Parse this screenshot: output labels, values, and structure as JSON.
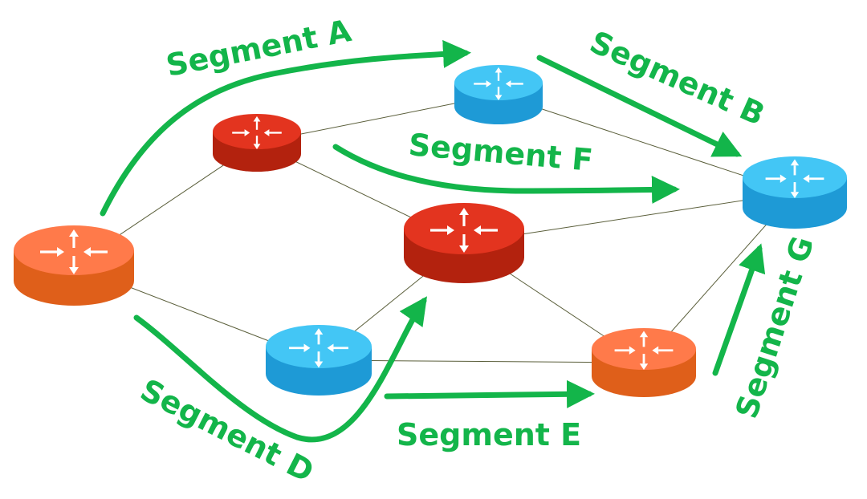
{
  "colors": {
    "segment": "#13b54a",
    "link": "#5a5e3a",
    "router_orange": {
      "top": "#ff7a4a",
      "side": "#df5f1a"
    },
    "router_red": {
      "top": "#e3341f",
      "side": "#b3220e"
    },
    "router_blue": {
      "top": "#43c6f5",
      "side": "#1e9ad6"
    },
    "router_arrow": "#ffffff"
  },
  "routers": [
    {
      "id": "r-orange-left",
      "color": "router_orange"
    },
    {
      "id": "r-red-top",
      "color": "router_red"
    },
    {
      "id": "r-blue-top",
      "color": "router_blue"
    },
    {
      "id": "r-red-center",
      "color": "router_red"
    },
    {
      "id": "r-blue-bottom",
      "color": "router_blue"
    },
    {
      "id": "r-orange-right",
      "color": "router_orange"
    },
    {
      "id": "r-blue-right",
      "color": "router_blue"
    }
  ],
  "links": [
    [
      "r-orange-left",
      "r-red-top"
    ],
    [
      "r-orange-left",
      "r-blue-bottom"
    ],
    [
      "r-red-top",
      "r-blue-top"
    ],
    [
      "r-red-top",
      "r-red-center"
    ],
    [
      "r-blue-top",
      "r-blue-right"
    ],
    [
      "r-red-center",
      "r-blue-right"
    ],
    [
      "r-red-center",
      "r-blue-bottom"
    ],
    [
      "r-red-center",
      "r-orange-right"
    ],
    [
      "r-blue-bottom",
      "r-orange-right"
    ],
    [
      "r-orange-right",
      "r-blue-right"
    ]
  ],
  "segments": {
    "a": "Segment A",
    "b": "Segment B",
    "f": "Segment F",
    "d": "Segment D",
    "e": "Segment E",
    "g": "Segment G"
  }
}
